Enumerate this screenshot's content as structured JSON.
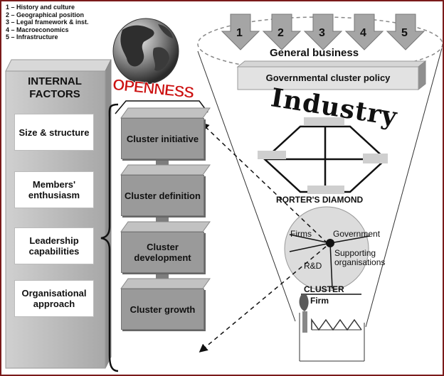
{
  "legend": [
    "1 – History and culture",
    "2 – Geographical position",
    "3 – Legal framework & inst.",
    "4 – Macroeconomics",
    "5 – Infrastructure"
  ],
  "openness_label": "OPENNESS",
  "internal_factors": {
    "title": "INTERNAL FACTORS",
    "items": [
      "Size & structure",
      "Members' enthusiasm",
      "Leadership capabilities",
      "Organisational approach"
    ]
  },
  "cluster_stages": [
    "Cluster initiative",
    "Cluster definition",
    "Cluster development",
    "Cluster growth"
  ],
  "arrows": [
    "1",
    "2",
    "3",
    "4",
    "5"
  ],
  "general_business": "General business",
  "policy": "Governmental cluster policy",
  "industry": "Industry",
  "diamond_label": "RORTER'S DIAMOND",
  "circle": {
    "firms": "Firms",
    "government": "Government",
    "supporting": "Supporting organisations",
    "rd": "R&D"
  },
  "cluster_label": "CLUSTER",
  "firm_label": "Firm",
  "colors": {
    "border": "#7a1a1a",
    "openness": "#cc1111",
    "panel": "#b8b8b8",
    "stage": "#9a9a9a"
  }
}
